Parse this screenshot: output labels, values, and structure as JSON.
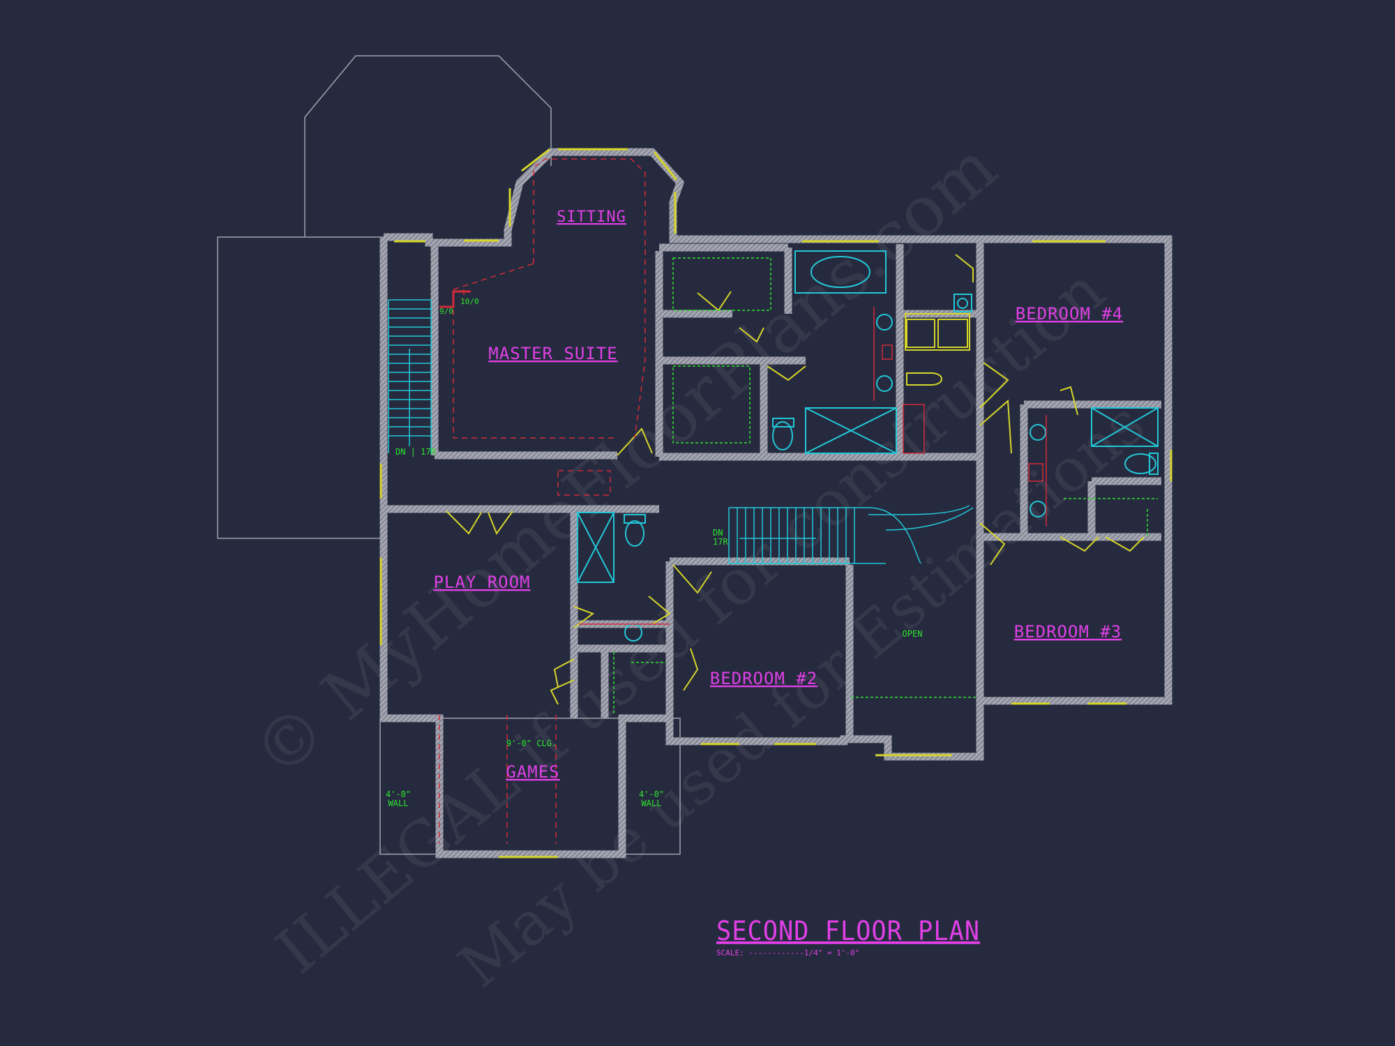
{
  "plan": {
    "title": "SECOND FLOOR PLAN",
    "scale": "SCALE: ------------1/4\" = 1'-0\"",
    "colors": {
      "background": "#262a3e",
      "wall": "#a9abb6",
      "room_label": "#e040e6",
      "annotation": "#2ee62e",
      "fixture": "#22c8d8",
      "door_window": "#d6d62a",
      "dashed": "#d42a3a"
    }
  },
  "rooms": {
    "sitting": "SITTING",
    "master_suite": "MASTER SUITE",
    "bedroom4": "BEDROOM #4",
    "bedroom3": "BEDROOM #3",
    "bedroom2": "BEDROOM #2",
    "play_room": "PLAY ROOM",
    "games": "GAMES"
  },
  "notes": {
    "dn_stair_left": "DN | 17R",
    "dn_stair_main_1": "DN",
    "dn_stair_main_2": "17R",
    "open": "OPEN",
    "ceiling": "9'-0\" CLG.",
    "wall_left_1": "4'-0\"",
    "wall_left_2": "WALL",
    "wall_right_1": "4'-0\"",
    "wall_right_2": "WALL",
    "window_9_0": "9/0",
    "window_10_0": "10/0"
  },
  "watermark": {
    "line1": "© MyHomeFloorPlans.com",
    "line2": "ILLEGAL if used for construction",
    "line3": "May be used for Estimations"
  }
}
